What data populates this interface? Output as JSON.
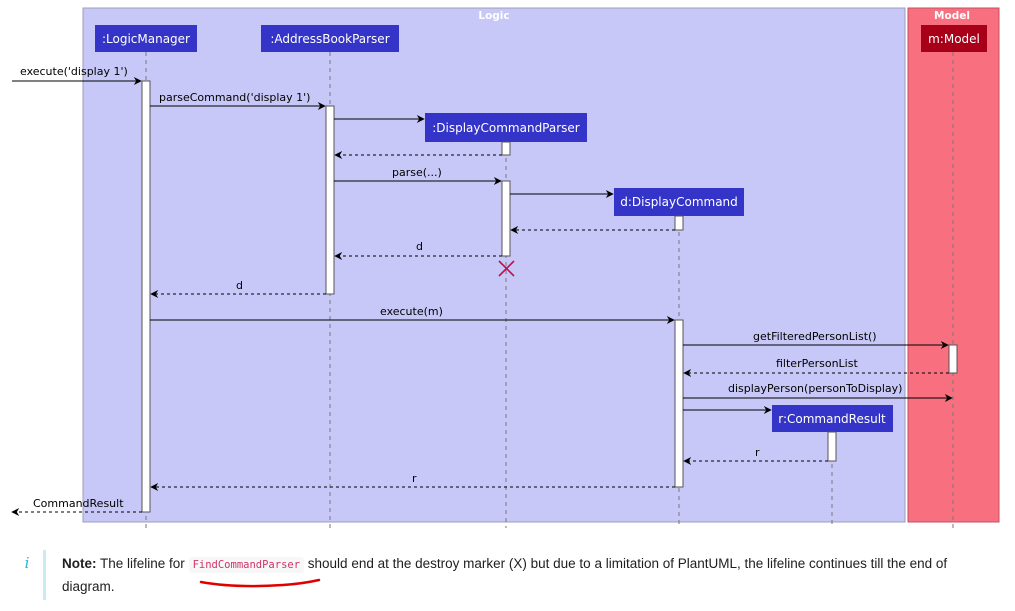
{
  "frames": {
    "logic": {
      "title": "Logic",
      "color": "#c8c8f8"
    },
    "model": {
      "title": "Model",
      "color": "#f87080"
    }
  },
  "participants": {
    "logic_manager": ":LogicManager",
    "address_book_parser": ":AddressBookParser",
    "display_command_parser": ":DisplayCommandParser",
    "display_command": "d:DisplayCommand",
    "model": "m:Model",
    "command_result": "r:CommandResult"
  },
  "messages": {
    "execute_display": "execute('display 1')",
    "parse_command": "parseCommand('display 1')",
    "parse": "parse(...)",
    "return_d_1": "d",
    "return_d_2": "d",
    "execute_m": "execute(m)",
    "get_filtered": "getFilteredPersonList()",
    "filter_person_list": "filterPersonList",
    "display_person": "displayPerson(personToDisplay)",
    "return_r_1": "r",
    "return_r_2": "r",
    "command_result": "CommandResult"
  },
  "colors": {
    "participant_blue": "#3434c8",
    "participant_red": "#a80018",
    "destroy_marker": "#c0104a",
    "note_icon": "#29b6d5",
    "code_text": "#d0336b",
    "squiggle": "#e00000"
  },
  "note": {
    "icon": "i",
    "label": "Note:",
    "text_before": " The lifeline for ",
    "code": "FindCommandParser",
    "text_after": " should end at the destroy marker (X) but due to a limitation of PlantUML, the lifeline continues till the end of diagram."
  }
}
